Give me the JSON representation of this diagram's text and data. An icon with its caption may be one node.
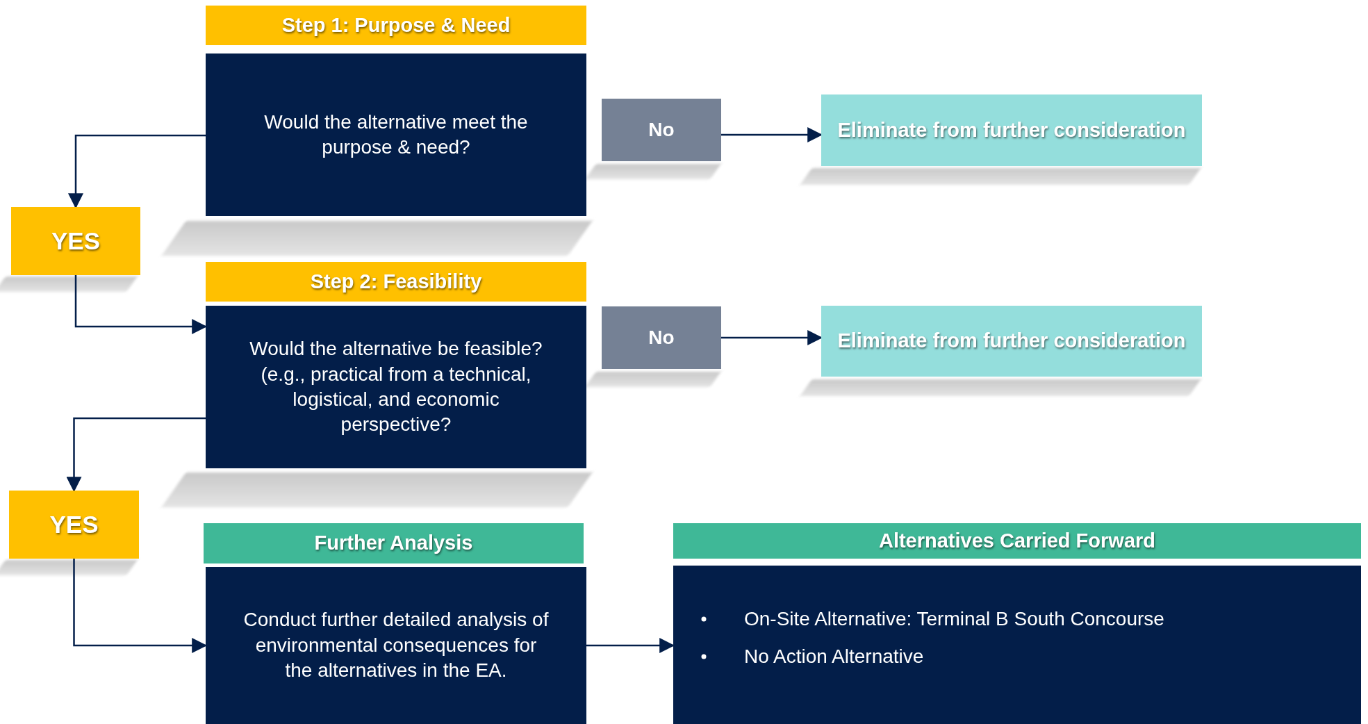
{
  "diagram": {
    "nodes": [
      {
        "text": [
          "Step 1: Purpose & Need"
        ]
      },
      {
        "text": [
          "Would the alternative meet the purpose & need?"
        ]
      },
      {
        "text": [
          "No"
        ]
      },
      {
        "text": [
          "Eliminate from further consideration"
        ]
      },
      {
        "text": [
          "YES"
        ]
      },
      {
        "text": [
          "Step 2: Feasibility"
        ]
      },
      {
        "text": [
          "Would the alternative be feasible? (e.g., practical from a technical, logistical, and economic perspective?"
        ]
      },
      {
        "text": [
          "No"
        ]
      },
      {
        "text": [
          "Eliminate from further consideration"
        ]
      },
      {
        "text": [
          "YES"
        ]
      },
      {
        "text": [
          "Further Analysis"
        ]
      },
      {
        "text": [
          "Conduct further detailed analysis of environmental consequences for the alternatives in the EA."
        ]
      },
      {
        "text": [
          "Alternatives Carried Forward"
        ]
      },
      {
        "text": [
          "On-Site Alternative: Terminal B South Concourse",
          "No Action Alternative"
        ]
      }
    ],
    "edges": [
      {
        "from": 1,
        "to": 4,
        "arrow": "to"
      },
      {
        "from": 2,
        "to": 3,
        "arrow": "to"
      },
      {
        "from": 4,
        "to": 6,
        "arrow": "to"
      },
      {
        "from": 6,
        "to": 9,
        "arrow": "to"
      },
      {
        "from": 7,
        "to": 8,
        "arrow": "to"
      },
      {
        "from": 9,
        "to": 11,
        "arrow": "to"
      },
      {
        "from": 11,
        "to": 13,
        "arrow": "to"
      }
    ]
  }
}
